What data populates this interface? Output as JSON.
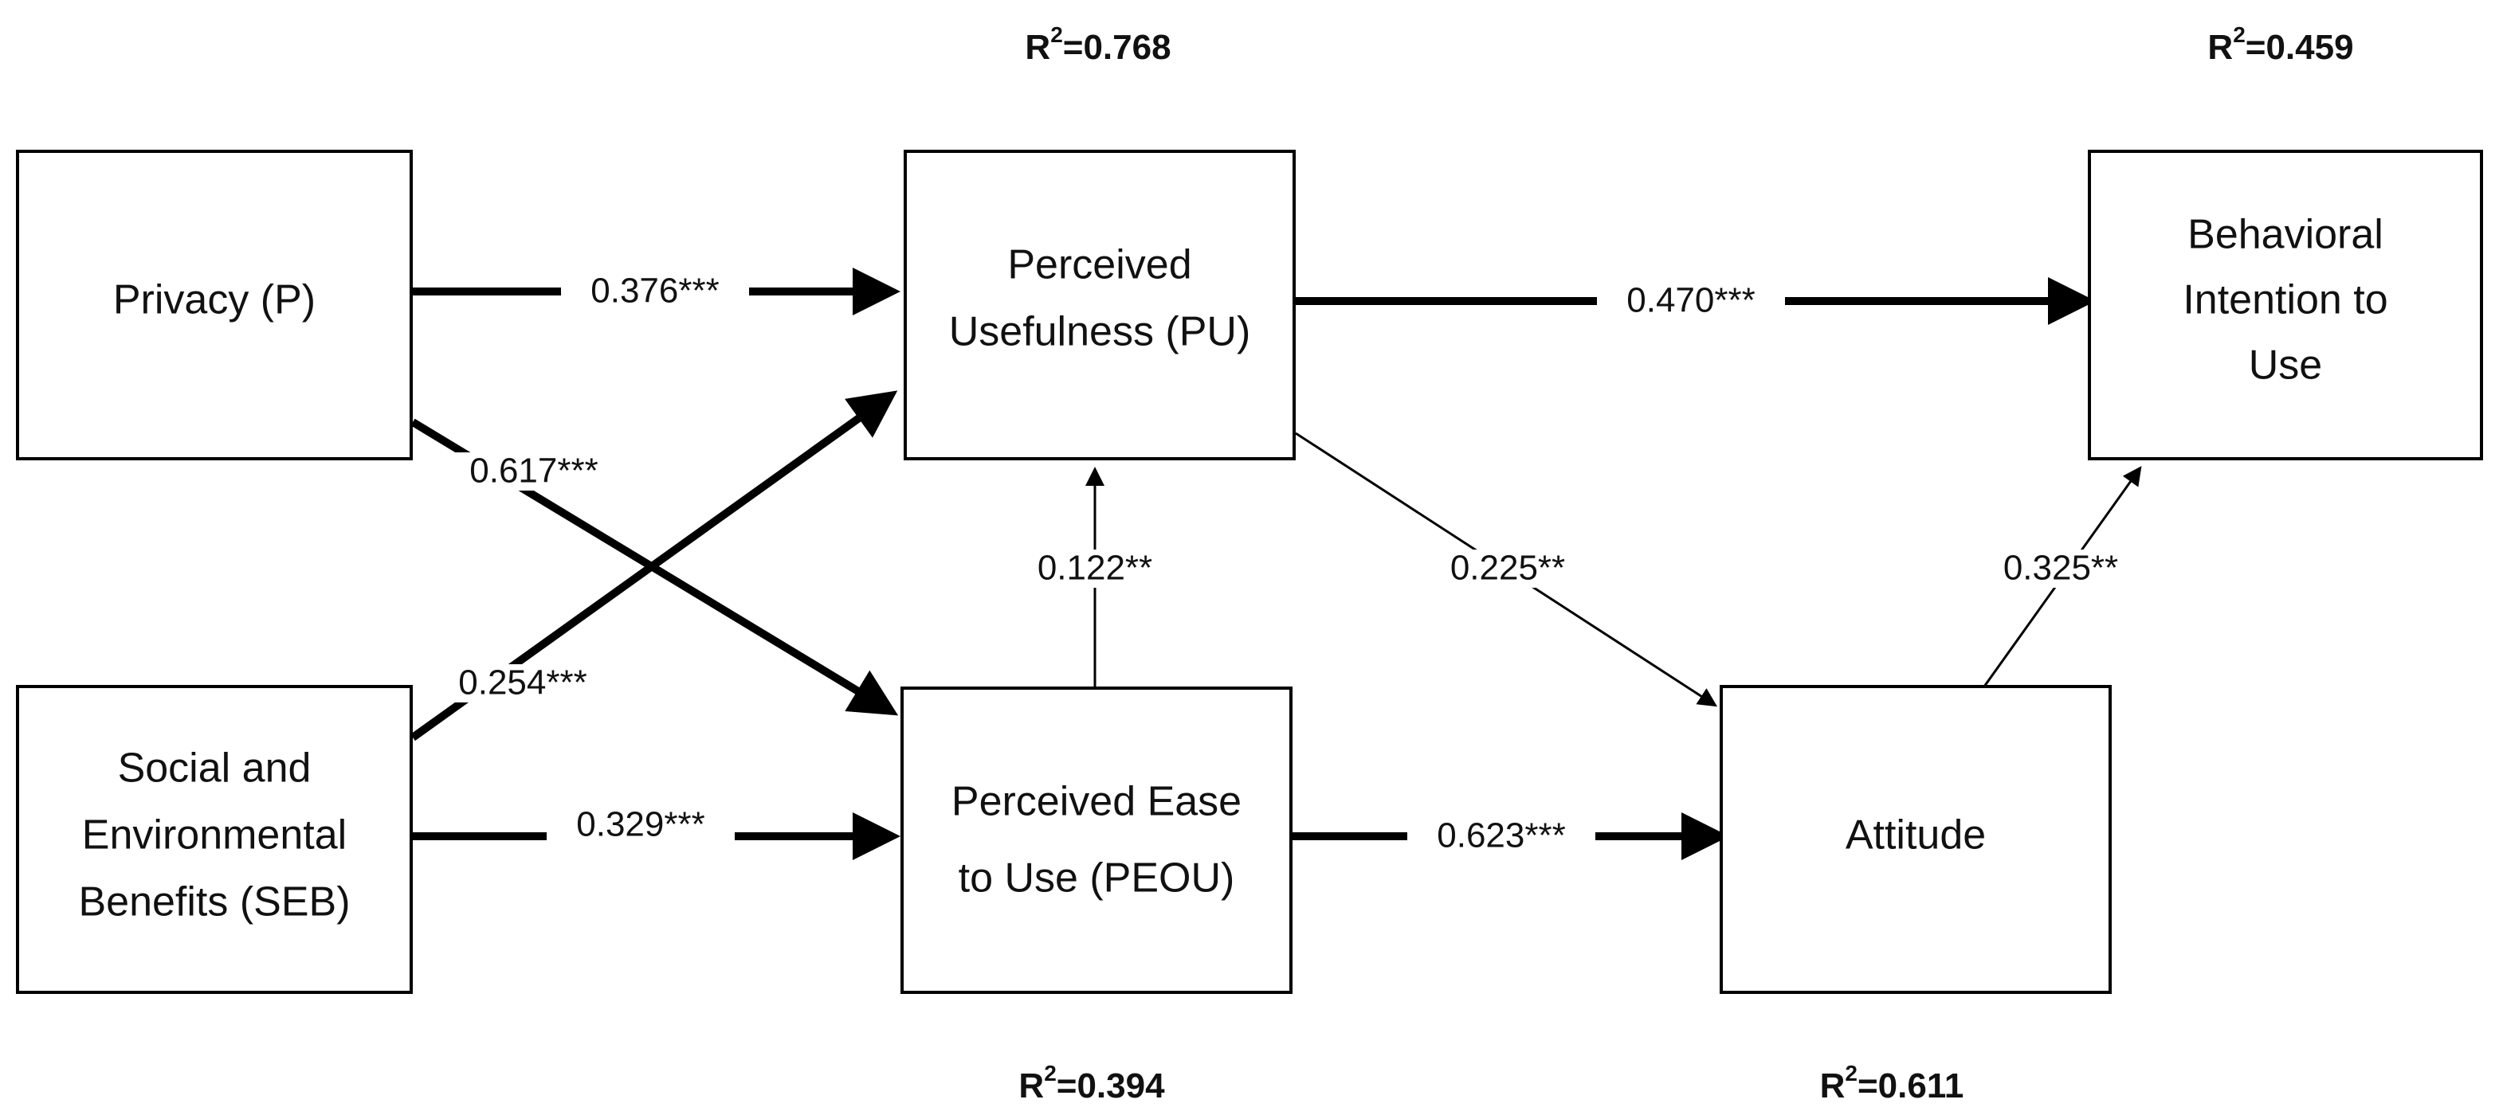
{
  "nodes": {
    "privacy": {
      "lines": [
        "Privacy (P)"
      ]
    },
    "seb": {
      "lines": [
        "Social and",
        "Environmental",
        "Benefits (SEB)"
      ]
    },
    "pu": {
      "lines": [
        "Perceived",
        "Usefulness (PU)"
      ]
    },
    "peou": {
      "lines": [
        "Perceived Ease",
        "to Use (PEOU)"
      ]
    },
    "bi": {
      "lines": [
        "Behavioral",
        "Intention to",
        "Use"
      ]
    },
    "attitude": {
      "lines": [
        "Attitude"
      ]
    }
  },
  "paths": {
    "p_pu": "0.376***",
    "p_peou": "0.617***",
    "seb_pu": "0.254***",
    "seb_peou": "0.329***",
    "peou_pu": "0.122**",
    "pu_bi": "0.470***",
    "pu_att": "0.225**",
    "peou_att": "0.623***",
    "att_bi": "0.325**"
  },
  "r_squared": {
    "prefix": "R",
    "sup": "2",
    "pu": "=0.768",
    "bi": "=0.459",
    "peou": "=0.394",
    "attitude": "=0.611"
  }
}
